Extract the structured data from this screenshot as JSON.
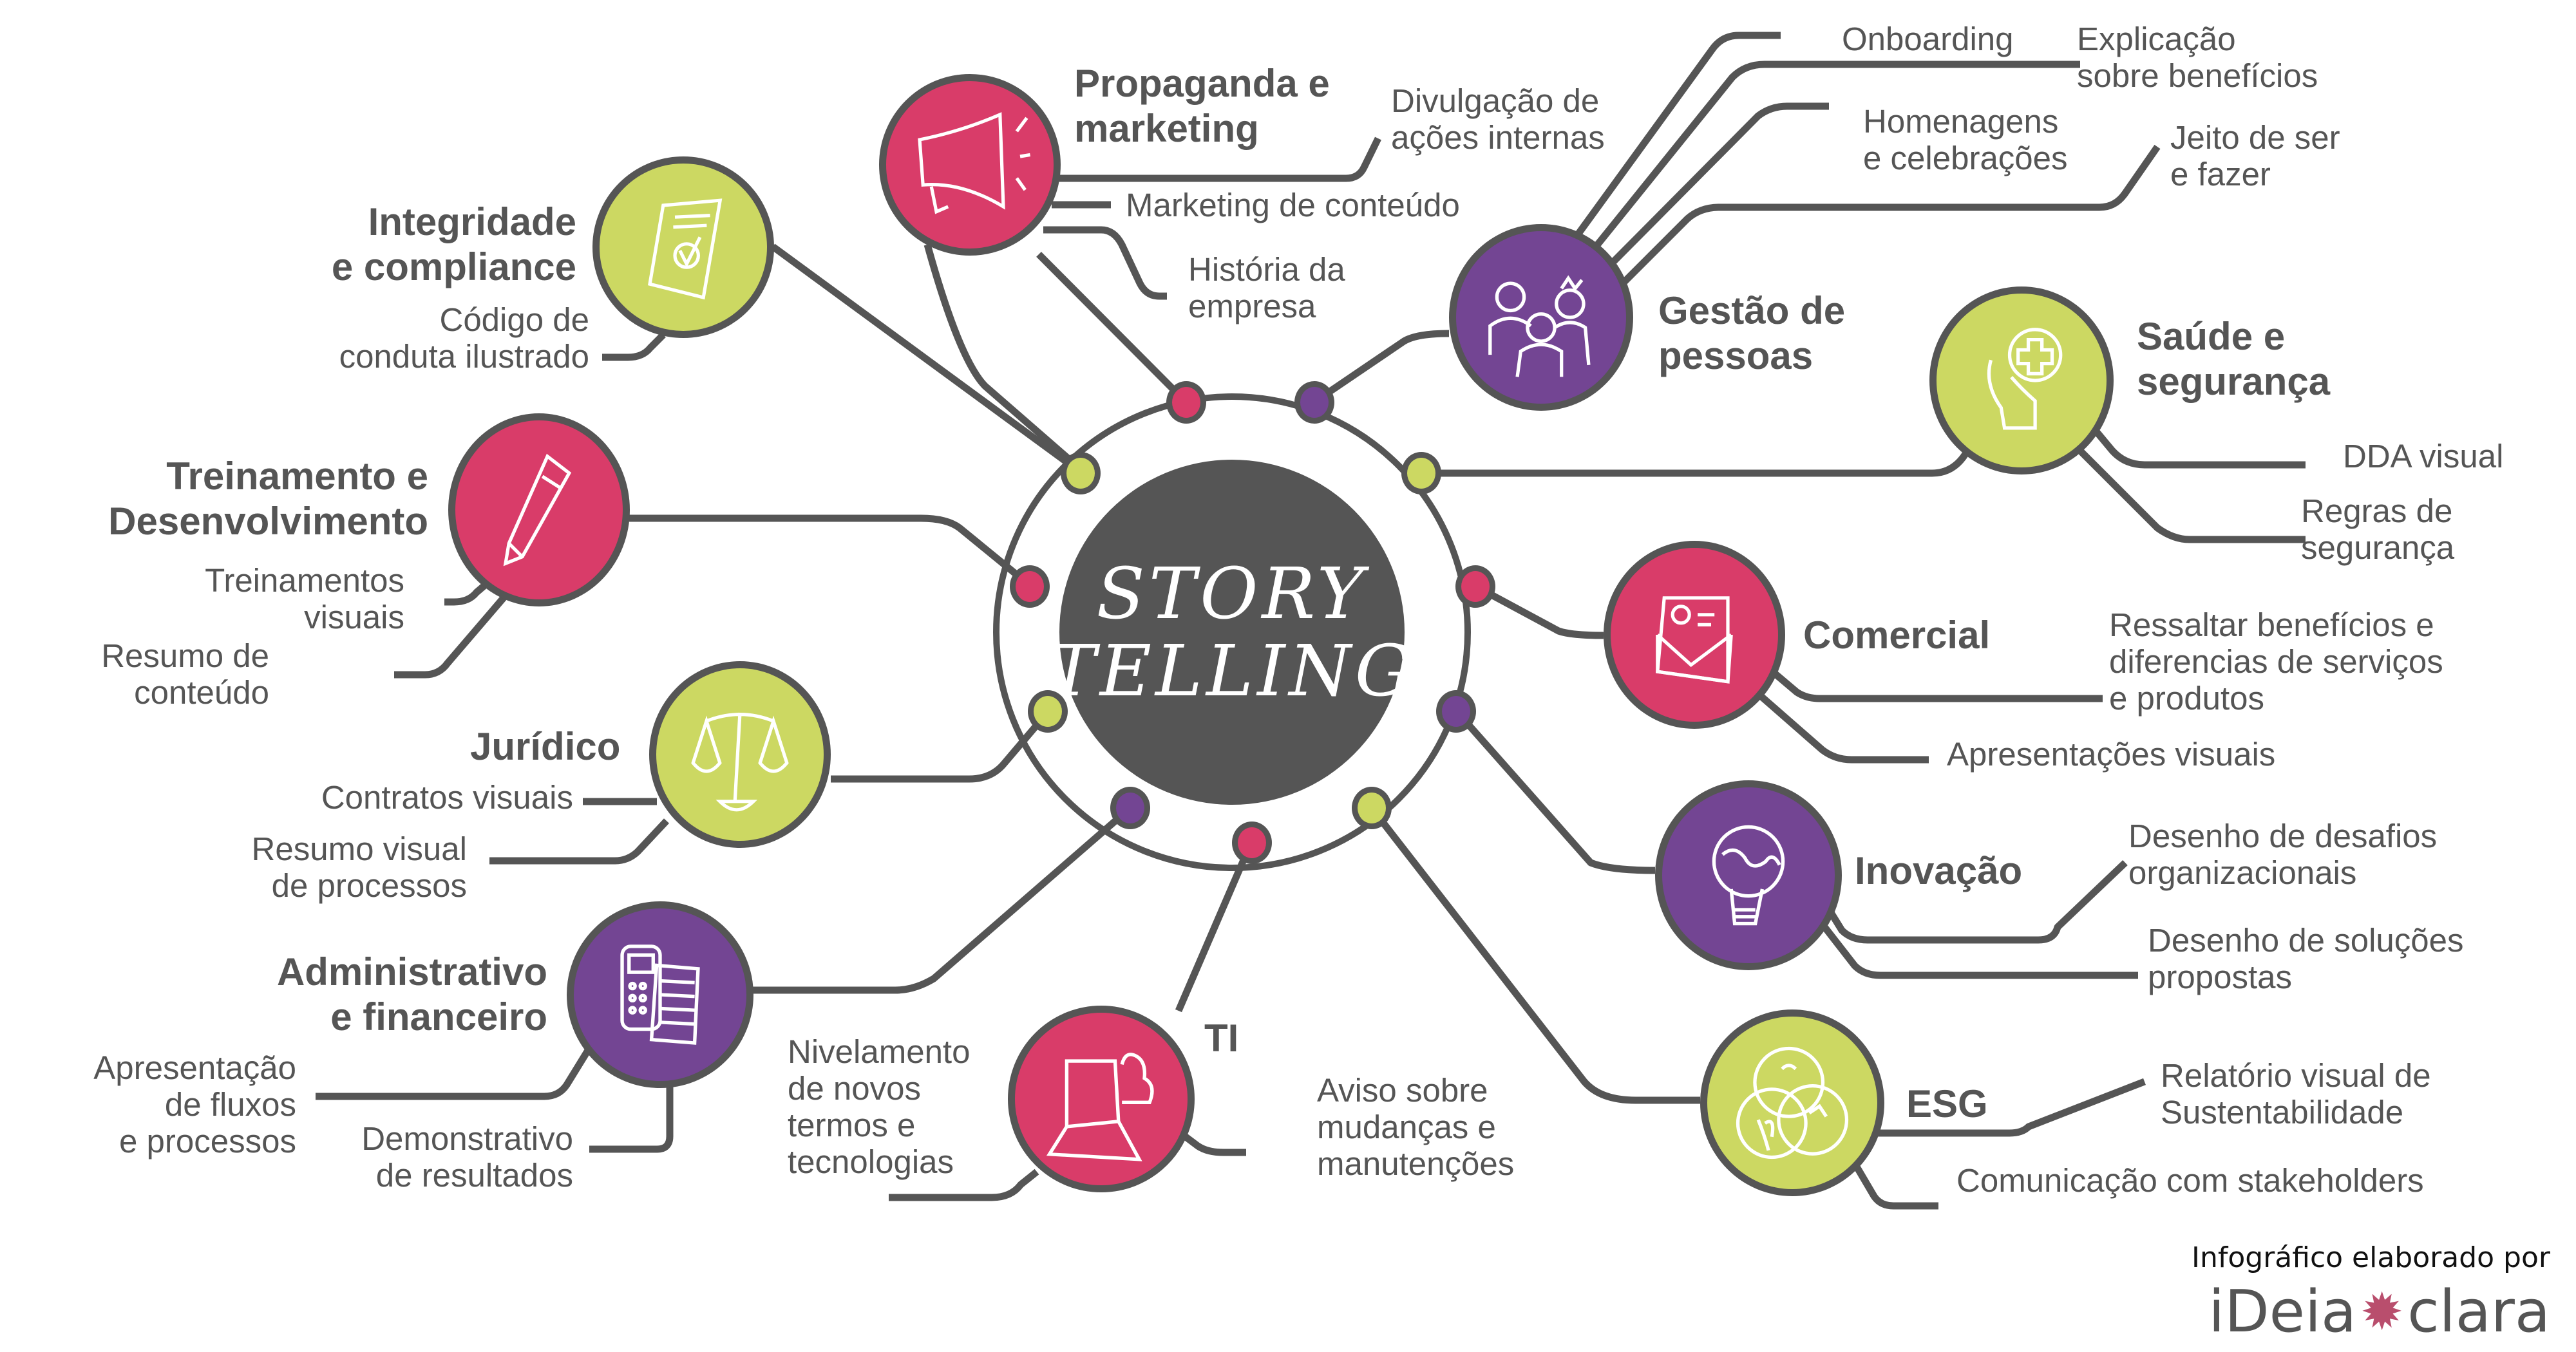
{
  "colors": {
    "pink": "#d93c69",
    "purple": "#734593",
    "green": "#ccd862",
    "stroke": "#555555",
    "center": "#555555",
    "logo_accent": "#b94e6d"
  },
  "center": {
    "line1": "STORY",
    "line2": "TELLING"
  },
  "categories": [
    {
      "id": "propaganda",
      "title": "Propaganda e\nmarketing",
      "color": "pink",
      "icon": "megaphone-icon",
      "items": [
        "Divulgação de\nações internas",
        "Marketing de conteúdo",
        "História da\nempresa"
      ]
    },
    {
      "id": "integridade",
      "title": "Integridade\ne compliance",
      "color": "green",
      "icon": "document-check-icon",
      "items": [
        "Código de\nconduta ilustrado"
      ]
    },
    {
      "id": "treinamento",
      "title": "Treinamento e\nDesenvolvimento",
      "color": "pink",
      "icon": "pencil-icon",
      "items": [
        "Treinamentos\nvisuais",
        "Resumo de\nconteúdo"
      ]
    },
    {
      "id": "juridico",
      "title": "Jurídico",
      "color": "green",
      "icon": "scales-icon",
      "items": [
        "Contratos visuais",
        "Resumo visual\nde processos"
      ]
    },
    {
      "id": "administrativo",
      "title": "Administrativo\ne financeiro",
      "color": "purple",
      "icon": "calculator-icon",
      "items": [
        "Apresentação\nde fluxos\ne processos",
        "Demonstrativo\nde resultados"
      ]
    },
    {
      "id": "ti",
      "title": "TI",
      "color": "pink",
      "icon": "laptop-cloud-icon",
      "items": [
        "Nivelamento\nde novos\ntermos e\ntecnologias",
        "Aviso sobre\nmudanças e\nmanutenções"
      ]
    },
    {
      "id": "gestao",
      "title": "Gestão de\npessoas",
      "color": "purple",
      "icon": "people-icon",
      "items": [
        "Onboarding",
        "Explicação\nsobre benefícios",
        "Homenagens\ne celebrações",
        "Jeito de ser\ne fazer"
      ]
    },
    {
      "id": "saude",
      "title": "Saúde e\nsegurança",
      "color": "green",
      "icon": "hand-cross-icon",
      "items": [
        "DDA visual",
        "Regras de\nsegurança"
      ]
    },
    {
      "id": "comercial",
      "title": "Comercial",
      "color": "pink",
      "icon": "envelope-icon",
      "items": [
        "Ressaltar benefícios e\ndiferencias de serviços\ne produtos",
        "Apresentações visuais"
      ]
    },
    {
      "id": "inovacao",
      "title": "Inovação",
      "color": "purple",
      "icon": "lightbulb-puzzle-icon",
      "items": [
        "Desenho de desafios\norganizacionais",
        "Desenho de soluções\npropostas"
      ]
    },
    {
      "id": "esg",
      "title": "ESG",
      "color": "green",
      "icon": "venn-leaf-icon",
      "items": [
        "Relatório visual de\nSustentabilidade",
        "Comunicação com stakeholders"
      ]
    }
  ],
  "footer": {
    "credit": "Infográfico elaborado por",
    "logo_left": "iDeia",
    "logo_right": "clara",
    "logo_star": "✹"
  }
}
